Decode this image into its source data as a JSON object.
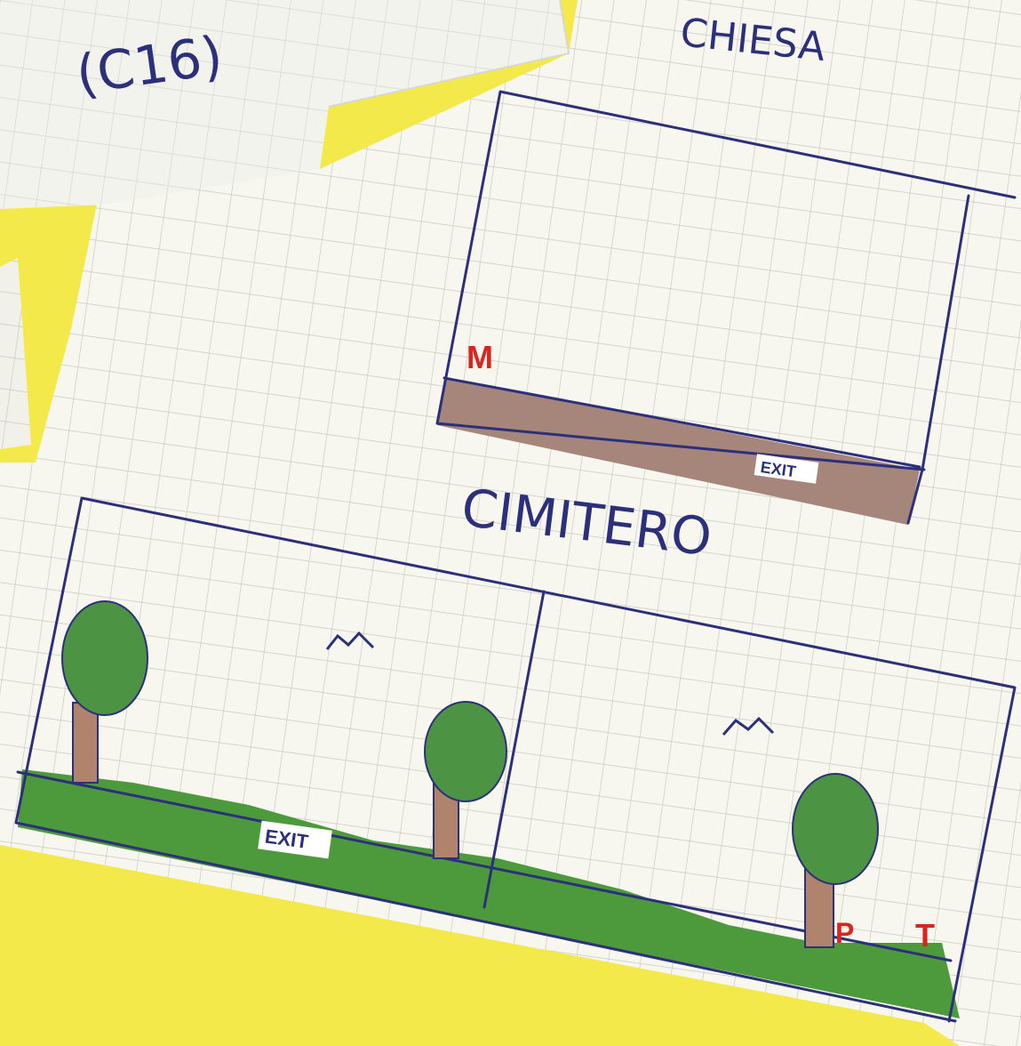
{
  "page": {
    "code_label": "(C16)"
  },
  "church": {
    "title": "CHIESA",
    "marker_m": "M",
    "exit_label": "EXIT"
  },
  "cemetery": {
    "title": "CIMITERO",
    "exit_label": "EXIT",
    "marker_p": "P",
    "marker_t": "T"
  },
  "colors": {
    "background": "#f4e94a",
    "paper": "#f7f7f0",
    "grid": "#c9c9c4",
    "ink": "#2c2f7a",
    "ground_church": "#a6867a",
    "ground_cemetery": "#4d9a3c",
    "tree_foliage": "#4c9443",
    "tree_trunk": "#b0836d",
    "marker_red": "#d8251f"
  }
}
